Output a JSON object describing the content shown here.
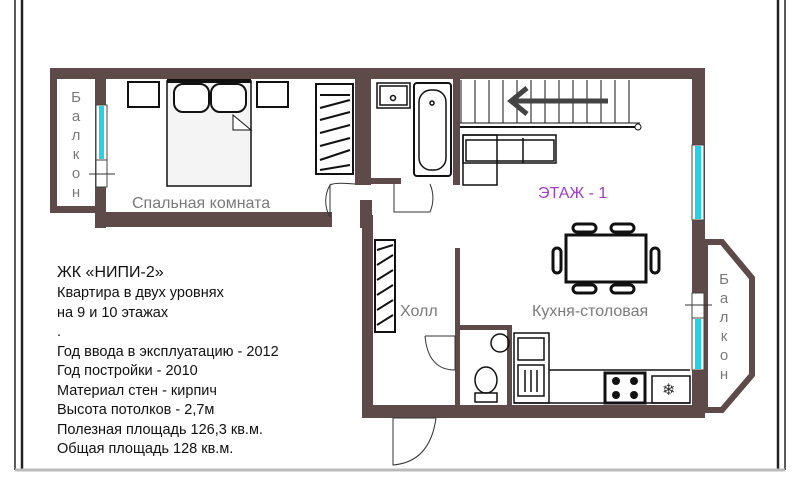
{
  "rooms": {
    "bedroom": "Спальная комната",
    "hall": "Холл",
    "kitchen": "Кухня-столовая",
    "balcony_left": "Балкон",
    "balcony_right": "Балкон"
  },
  "floor_label": "ЭТАЖ - 1",
  "info": {
    "title": "ЖК «НИПИ-2»",
    "lines": [
      "Квартира в двух уровнях",
      "на 9 и 10 этажах",
      ".",
      "Год ввода в эксплуатацию - 2012",
      "Год постройки - 2010",
      "Материал стен - кирпич",
      "Высота потолков - 2,7м",
      "Полезная площадь 126,3 кв.м.",
      "Общая площадь 128 кв.м."
    ]
  },
  "colors": {
    "wall": "#5e4a48",
    "window": "#22d3e6",
    "accent": "#9a3fc4"
  }
}
